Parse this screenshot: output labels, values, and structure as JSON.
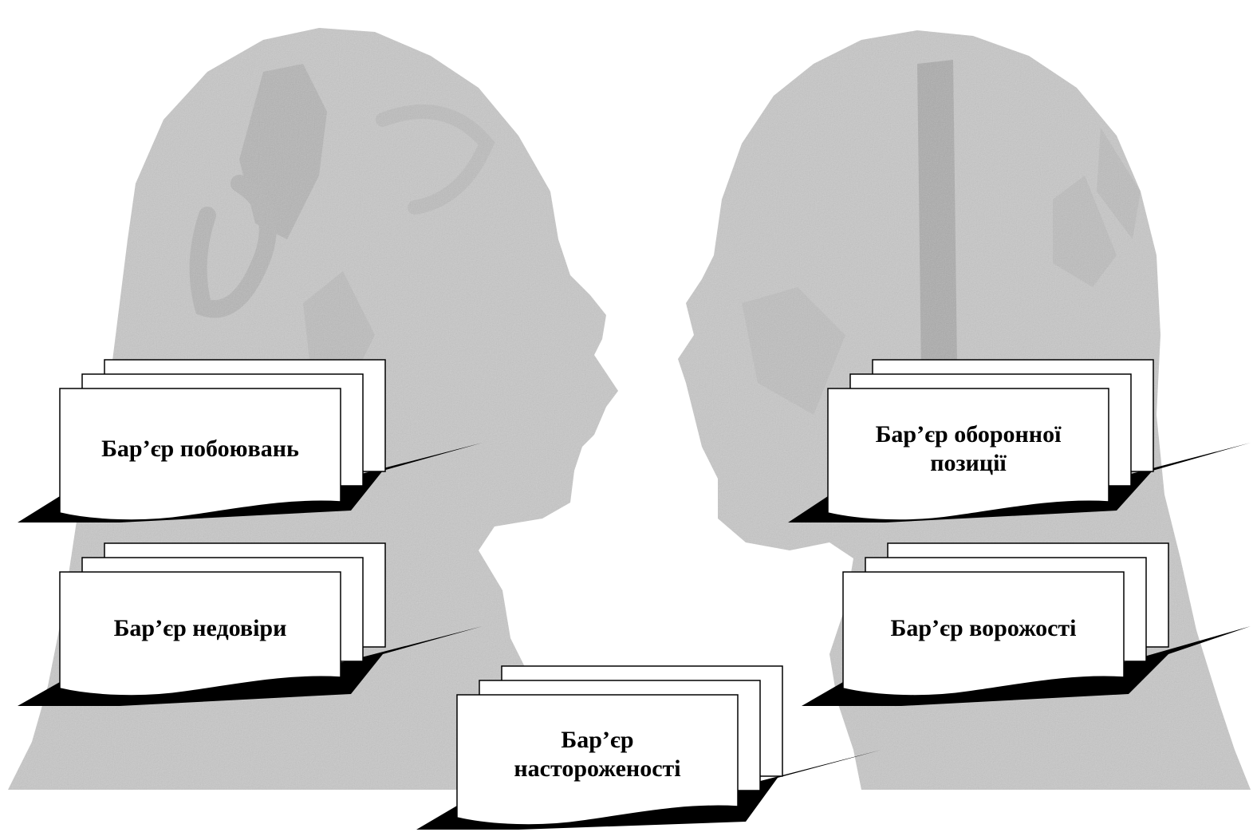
{
  "colors": {
    "background": "#ffffff",
    "head_silhouette": "#c8c8c8",
    "head_shade": "#b4b4b4",
    "card_fill": "#ffffff",
    "card_stroke": "#000000",
    "shadow": "#000000",
    "text": "#000000"
  },
  "heads": [
    {
      "id": "left-head",
      "facing": "right"
    },
    {
      "id": "right-head",
      "facing": "left"
    }
  ],
  "barriers": [
    {
      "id": "apprehension",
      "lines": [
        "Бар’єр побоювань"
      ]
    },
    {
      "id": "distrust",
      "lines": [
        "Бар’єр недовіри"
      ]
    },
    {
      "id": "wariness",
      "lines": [
        "Бар’єр",
        "настороженості"
      ]
    },
    {
      "id": "defensive",
      "lines": [
        "Бар’єр оборонної",
        "позиції"
      ]
    },
    {
      "id": "hostility",
      "lines": [
        "Бар’єр ворожості"
      ]
    }
  ]
}
